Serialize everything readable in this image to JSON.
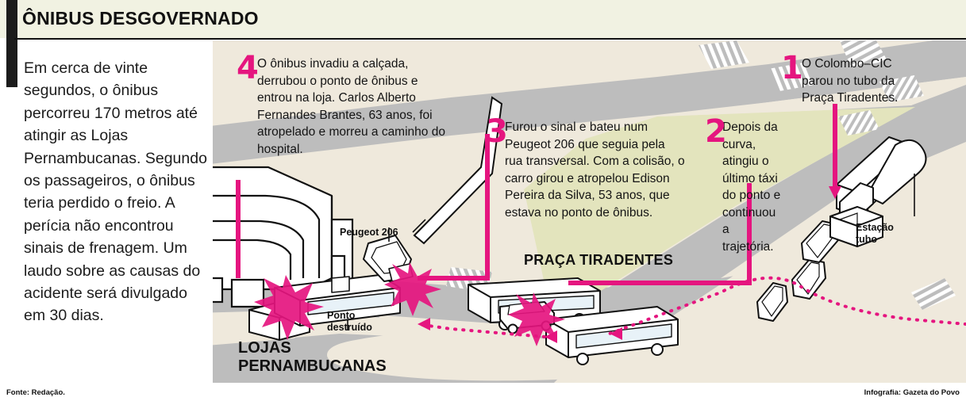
{
  "header": {
    "title": "ÔNIBUS DESGOVERNADO"
  },
  "lead": {
    "text": "Em cerca de vinte segundos, o ônibus percorreu 170 metros até atingir as Lojas Pernambucanas. Segundo os passageiros, o ônibus teria perdido o freio. A perícia não encontrou sinais de frenagem. Um laudo sobre as causas do acidente será divulgado em 30 dias."
  },
  "footer": {
    "source": "Fonte: Redação.",
    "credit": "Infografia: Gazeta do Povo"
  },
  "callouts": [
    {
      "number": "1",
      "text": "O Colombo–CIC parou no tubo da Praça Tiradentes."
    },
    {
      "number": "2",
      "text": "Depois da curva, atingiu o último táxi do ponto e continuou a trajetória."
    },
    {
      "number": "3",
      "text": "Furou o sinal e bateu num Peugeot 206 que seguia pela rua transversal. Com a colisão, o carro girou e atropelou Edison Pereira da Silva, 53 anos, que estava no ponto de ônibus."
    },
    {
      "number": "4",
      "text": "O ônibus invadiu a calçada, derrubou o ponto de ônibus e entrou na loja. Carlos Alberto Fernandes Brantes, 63 anos, foi atropelado e morreu a caminho do hospital."
    }
  ],
  "map_labels": {
    "praca": "PRAÇA TIRADENTES",
    "lojas_line1": "LOJAS",
    "lojas_line2": "PERNAMBUCANAS",
    "peugeot": "Peugeot 206",
    "ponto_line1": "Ponto",
    "ponto_line2": "destruído",
    "estacao_line1": "Estação",
    "estacao_line2": "tubo"
  },
  "colors": {
    "accent_magenta": "#e5157f",
    "header_band": "#f1f2e2",
    "map_block": "#efe9dc",
    "map_road": "#bdbdbd",
    "map_plaza_green": "#e3e4bd",
    "map_sidewalk": "#d6d2c6",
    "ink": "#111111"
  }
}
